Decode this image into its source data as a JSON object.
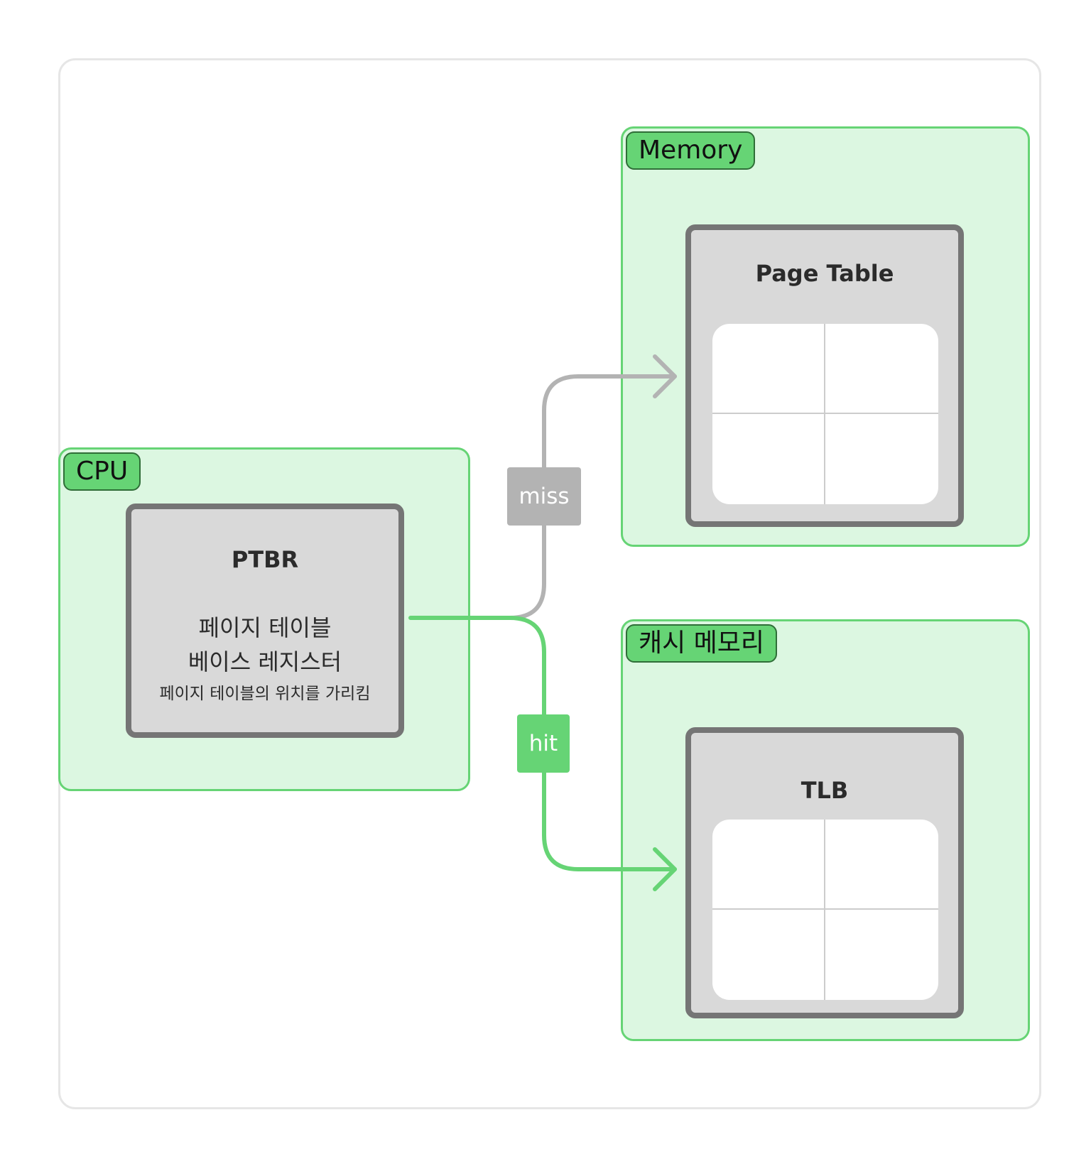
{
  "groups": {
    "memory": {
      "label": "Memory"
    },
    "cache": {
      "label": "캐시 메모리"
    },
    "cpu": {
      "label": "CPU"
    }
  },
  "nodes": {
    "page_table": {
      "title": "Page Table"
    },
    "tlb": {
      "title": "TLB"
    },
    "ptbr": {
      "title": "PTBR",
      "line1": "페이지 테이블",
      "line2": "베이스 레지스터",
      "note": "페이지 테이블의 위치를 가리킴"
    }
  },
  "edges": {
    "miss": {
      "label": "miss",
      "color": "#b3b3b3"
    },
    "hit": {
      "label": "hit",
      "color": "#66d475"
    }
  },
  "colors": {
    "group_fill": "#dcf7e1",
    "group_border": "#66d475",
    "node_fill": "#d9d9d9",
    "node_border": "#757575"
  }
}
